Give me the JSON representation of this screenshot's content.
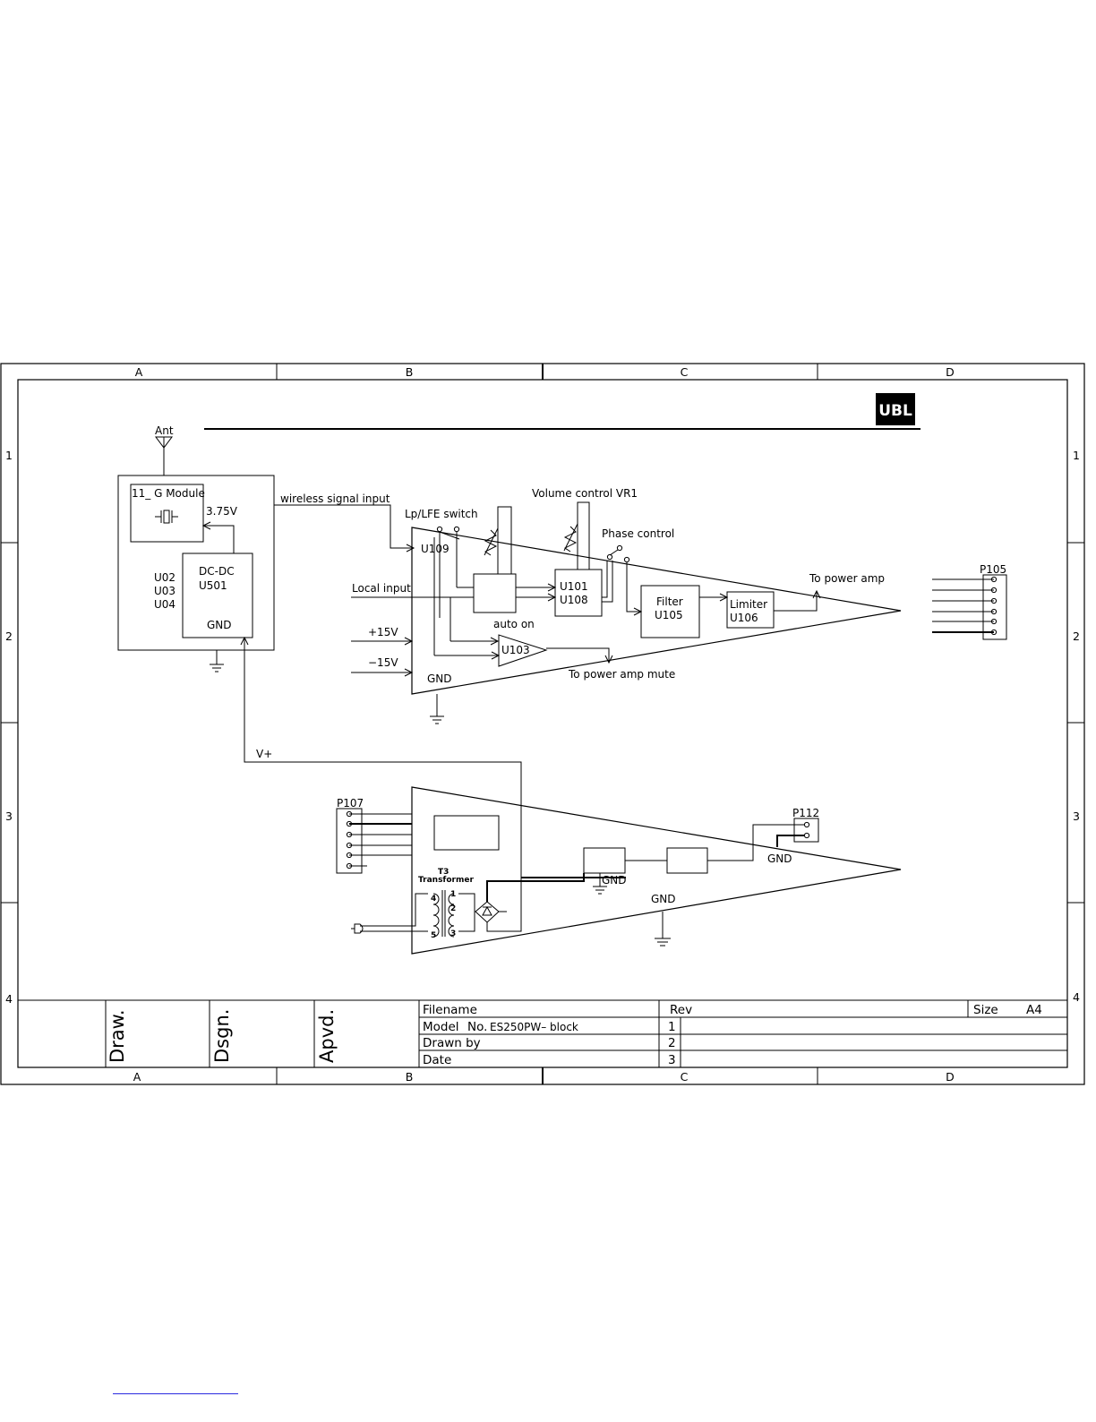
{
  "grid": {
    "columns": [
      "A",
      "B",
      "C",
      "D"
    ],
    "rows": [
      "1",
      "2",
      "3",
      "4"
    ]
  },
  "brand": {
    "logo_text": "UBL",
    "logo_color": "#000000"
  },
  "power_module": {
    "antenna": "Ant",
    "module": "11_ G Module",
    "voltage": "3.75V",
    "dcdc_title": "DC-DC",
    "dcdc_ref": "U501",
    "dcdc_gnd": "GND",
    "chips": [
      "U02",
      "U03",
      "U04"
    ]
  },
  "signal_path": {
    "wireless_input": "wireless signal input",
    "lp_switch": "Lp/LFE switch",
    "u109": "U109",
    "volume": "Volume control VR1",
    "phase": "Phase control",
    "local_input": "Local input",
    "plus15": "+15V",
    "minus15": "−15V",
    "gnd": "GND",
    "u101": "U101",
    "u108": "U108",
    "auto_on": "auto on",
    "u103": "U103",
    "filter": "Filter",
    "u105": "U105",
    "limiter": "Limiter",
    "u106": "U106",
    "to_power_amp": "To power amp",
    "to_power_amp_mute": "To power amp mute",
    "p105": "P105"
  },
  "power_supply": {
    "vplus": "V+",
    "p107": "P107",
    "t3": "T3",
    "transformer": "Transformer",
    "pins": [
      "4",
      "5",
      "1",
      "2",
      "3"
    ],
    "gnd_reg": "GND",
    "gnd_main": "GND",
    "gnd_p112": "GND",
    "p112": "P112"
  },
  "title_block": {
    "draw": "Draw.",
    "dsgn": "Dsgn.",
    "apvd": "Apvd.",
    "filename_label": "Filename",
    "model_label": "Model",
    "model_no_label": "No.",
    "model_value": "ES250PW– block",
    "drawn_by_label": "Drawn by",
    "date_label": "Date",
    "rev_label": "Rev",
    "rev_rows": [
      "1",
      "2",
      "3"
    ],
    "size_label": "Size",
    "size_value": "A4"
  }
}
